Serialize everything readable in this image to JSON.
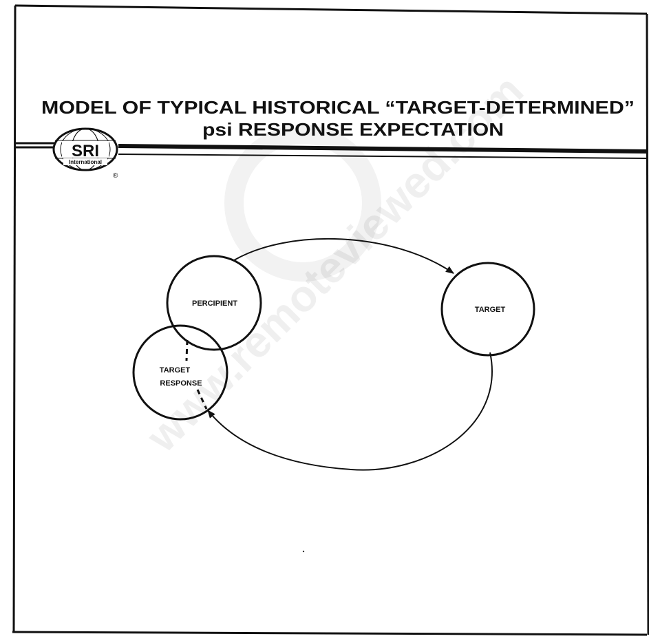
{
  "title": {
    "line1": "MODEL OF TYPICAL HISTORICAL “TARGET-DETERMINED”",
    "line2": "psi RESPONSE EXPECTATION"
  },
  "logo": {
    "text_main": "SRI",
    "text_sub": "International",
    "registered": "®"
  },
  "diagram": {
    "nodes": {
      "percipient": "PERCIPIENT",
      "target": "TARGET",
      "target_response_line1": "TARGET",
      "target_response_line2": "RESPONSE"
    }
  },
  "watermark": "www.remoteviewed.com"
}
